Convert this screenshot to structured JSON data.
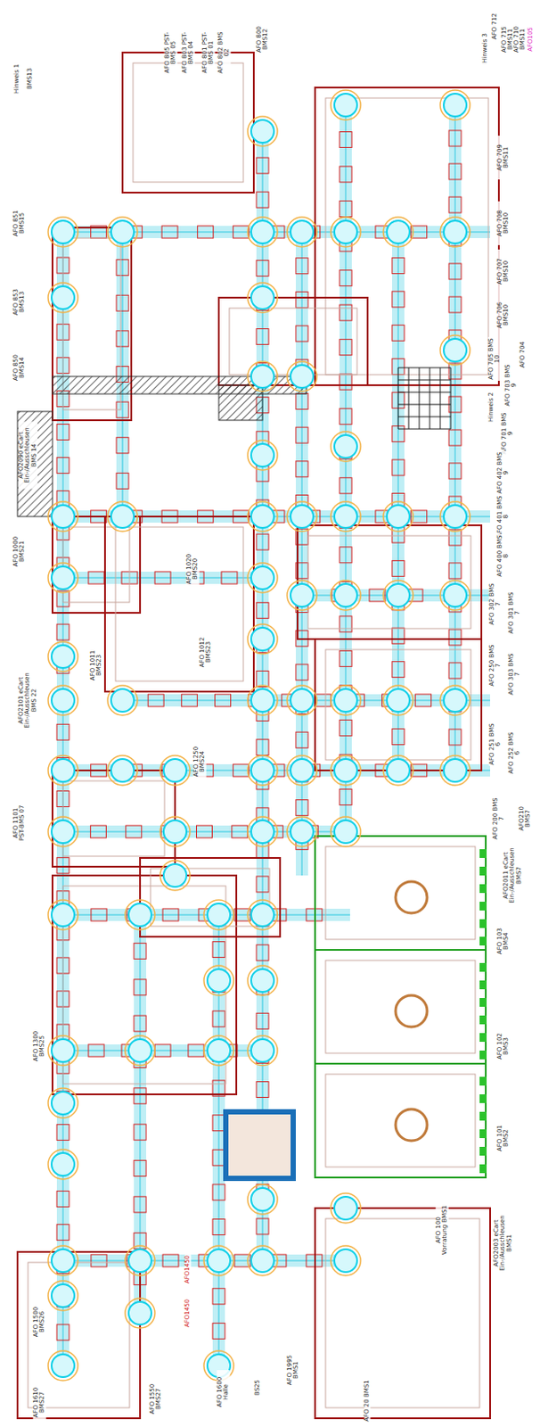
{
  "diagram": {
    "labels": [
      "Hinweis 3",
      "AFO 712",
      "AFO 715 BMS11",
      "AFO 710 BMS11",
      "AFO105",
      "AFO 709 BMS11",
      "AFO 708 BMS10",
      "AFO 707 BMS10",
      "AFO 706 BMS10",
      "AFO 705 BMS 10",
      "AFO 704",
      "AFO 703 BMS 9",
      "Hinweis 2",
      "AFO 701 BMS 9",
      "AFO 402 BMS 9",
      "AFO 401 BMS 8",
      "AFO 400 BMS 8",
      "AFO 302 BMS 7",
      "AFO 301 BMS 7",
      "AFO 250 BMS 7",
      "AFO 303 BMS 7",
      "AFO 251 BMS 6",
      "AFO 252 BMS 6",
      "AFO 200 BMS 7",
      "AFO210 BMS7",
      "AFO2011 eCart Ein-/Ausschleusen BMS7",
      "AFO 103 BMS4",
      "AFO 102 BMS3",
      "AFO 101 BMS2",
      "AFO2003 eCart Ein-/Ausschleusen BMS1",
      "AFO 100 Vorratung BMS1",
      "AFO 20 BMS1",
      "AFO 1995 BMS1",
      "BS25",
      "AFO 1600 Halle",
      "AFO 1550 BMS27",
      "AFO 1610 BMS27",
      "AFO 1500 BMS26",
      "AFO1450",
      "AFO1450",
      "Hinweis 1",
      "BMS13",
      "AFO 851 BMS15",
      "AFO 853 BMS13",
      "AFO 850 BMS14",
      "AFO2090 eCart Ein-/Ausschleusen BMS 14",
      "AFO 1000 BMS21",
      "AFO2101 eCart Ein-/Ausschleusen BMS 22",
      "AFO 1011 BMS23",
      "AFO 1012 BMS23",
      "AFO 1020 BMS20",
      "AFO 1250 BMS24",
      "AFO 1101 PST-BMS 07",
      "AFO 1300 BMS25",
      "AFO 805 PST-BMS 05",
      "AFO 803 PST-BMS 04",
      "AFO 801 PST-BMS 01",
      "AFO 802 BMS 02",
      "AFO 800 BMS12"
    ]
  }
}
